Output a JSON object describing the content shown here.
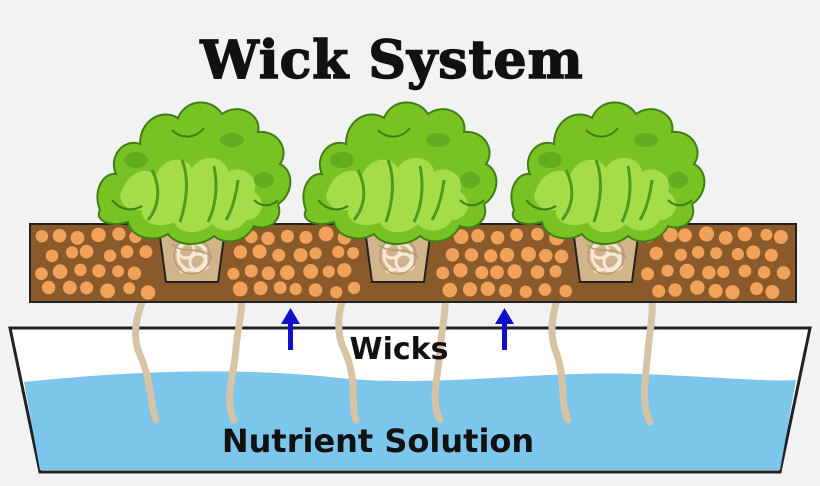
{
  "title": "Wick System",
  "labels": {
    "wicks": "Wicks",
    "solution": "Nutrient Solution"
  },
  "colors": {
    "background": "#f2f2f2",
    "medium": "#8b5a2b",
    "pellet": "#f0a15a",
    "water": "#7cc6ec",
    "reservoir": "#ffffff",
    "wick": "#d9c3a5",
    "arrow": "#1010cc",
    "lettuce_dark": "#4e9a1c",
    "lettuce_mid": "#79c224",
    "lettuce_light": "#a4dc4a"
  },
  "icons": {
    "plant": "lettuce-icon",
    "flow": "up-arrow-icon"
  }
}
